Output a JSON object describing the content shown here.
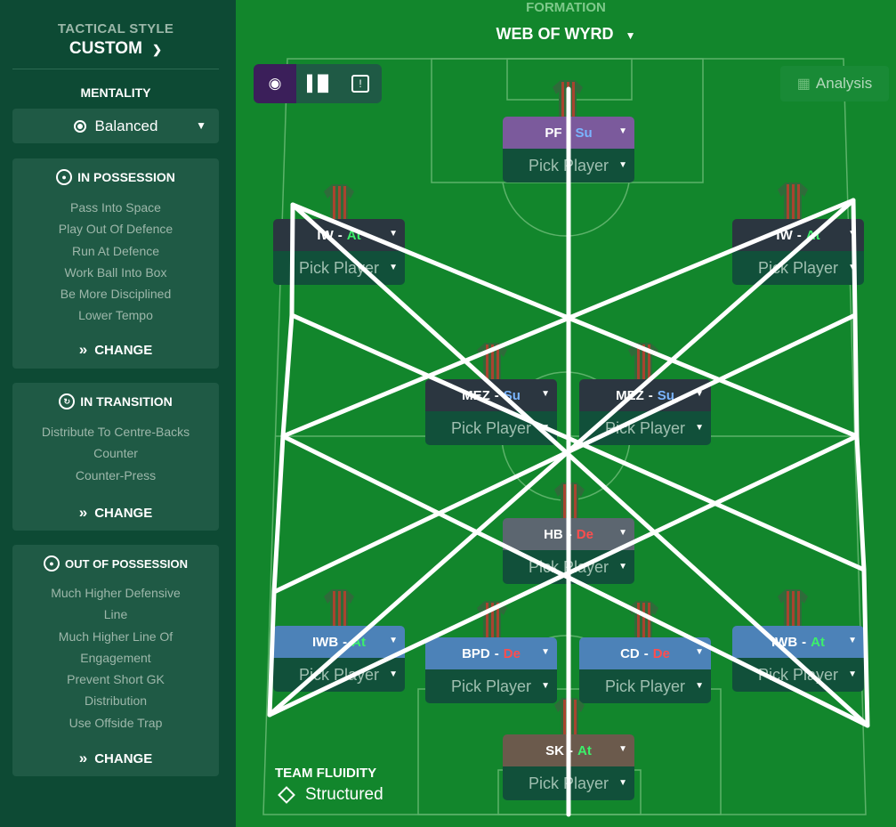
{
  "sidebar": {
    "tactical_style_title": "TACTICAL STYLE",
    "tactical_style_value": "CUSTOM",
    "mentality_title": "MENTALITY",
    "mentality_value": "Balanced",
    "in_possession": {
      "title": "IN POSSESSION",
      "items": [
        "Pass Into Space",
        "Play Out Of Defence",
        "Run At Defence",
        "Work Ball Into Box",
        "Be More Disciplined",
        "Lower Tempo"
      ],
      "change_label": "CHANGE"
    },
    "in_transition": {
      "title": "IN TRANSITION",
      "items": [
        "Distribute To Centre-Backs",
        "Counter",
        "Counter-Press"
      ],
      "change_label": "CHANGE"
    },
    "out_of_possession": {
      "title": "OUT OF POSSESSION",
      "items": [
        "Much Higher Defensive",
        "Line",
        "Much Higher Line Of",
        "Engagement",
        "Prevent Short GK",
        "Distribution",
        "Use Offside Trap"
      ],
      "change_label": "CHANGE"
    }
  },
  "formation": {
    "title": "FORMATION",
    "name": "WEB OF WYRD"
  },
  "analysis_label": "Analysis",
  "team_fluidity": {
    "title": "TEAM FLUIDITY",
    "value": "Structured"
  },
  "pick_label": "Pick Player",
  "colors": {
    "attack": "#3cf06a",
    "support": "#7ab4ff",
    "defend": "#ff4d4d",
    "role_purple": "#7b5a9c",
    "role_dark": "#2b3640",
    "role_grey": "#5c6670",
    "role_blue": "#4c82b8",
    "role_brown": "#6b5a4c"
  },
  "players": [
    {
      "id": "pf",
      "role": "PF",
      "duty": "Su",
      "duty_type": "support"
    },
    {
      "id": "iw-left",
      "role": "IW",
      "duty": "At",
      "duty_type": "attack"
    },
    {
      "id": "iw-right",
      "role": "IW",
      "duty": "At",
      "duty_type": "attack"
    },
    {
      "id": "mez-left",
      "role": "MEZ",
      "duty": "Su",
      "duty_type": "support"
    },
    {
      "id": "mez-right",
      "role": "MEZ",
      "duty": "Su",
      "duty_type": "support"
    },
    {
      "id": "hb",
      "role": "HB",
      "duty": "De",
      "duty_type": "defend"
    },
    {
      "id": "iwb-left",
      "role": "IWB",
      "duty": "At",
      "duty_type": "attack"
    },
    {
      "id": "bpd",
      "role": "BPD",
      "duty": "De",
      "duty_type": "defend"
    },
    {
      "id": "cd",
      "role": "CD",
      "duty": "De",
      "duty_type": "defend"
    },
    {
      "id": "iwb-right",
      "role": "IWB",
      "duty": "At",
      "duty_type": "attack"
    },
    {
      "id": "sk",
      "role": "SK",
      "duty": "At",
      "duty_type": "attack"
    }
  ]
}
